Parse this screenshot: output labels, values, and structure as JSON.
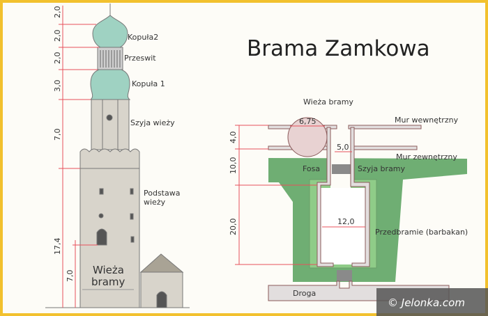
{
  "title": "Brama Zamkowa",
  "elevation": {
    "labels": {
      "kopula2": "Kopuła2",
      "przeswit": "Przeswit",
      "kopula1": "Kopuła 1",
      "szyja": "Szyja wieży",
      "podstawa_line1": "Podstawa",
      "podstawa_line2": "wieży",
      "wieza_line1": "Wieża",
      "wieza_line2": "bramy"
    },
    "dimensions": [
      "2,0",
      "2,0",
      "2,0",
      "3,0",
      "7,0",
      "17,4",
      "7,0"
    ]
  },
  "plan": {
    "labels": {
      "wieza_bramy": "Wieża bramy",
      "mur_wewn": "Mur wewnętrzny",
      "mur_zewn": "Mur zewnętrzny",
      "fosa": "Fosa",
      "szyja_bramy": "Szyja bramy",
      "przedbramie": "Przedbramie (barbakan)",
      "droga": "Droga"
    },
    "dimensions": {
      "v1": "4,0",
      "v2": "10,0",
      "v3": "20,0",
      "circle": "6,75",
      "neck": "5,0",
      "barbakan": "12,0"
    }
  },
  "watermark": "© Jelonka.com",
  "colors": {
    "border": "#f2c12e",
    "dome": "#9fd2c2",
    "stone": "#d8d4cb",
    "red": "#e8505b",
    "green": "#6fae73"
  }
}
